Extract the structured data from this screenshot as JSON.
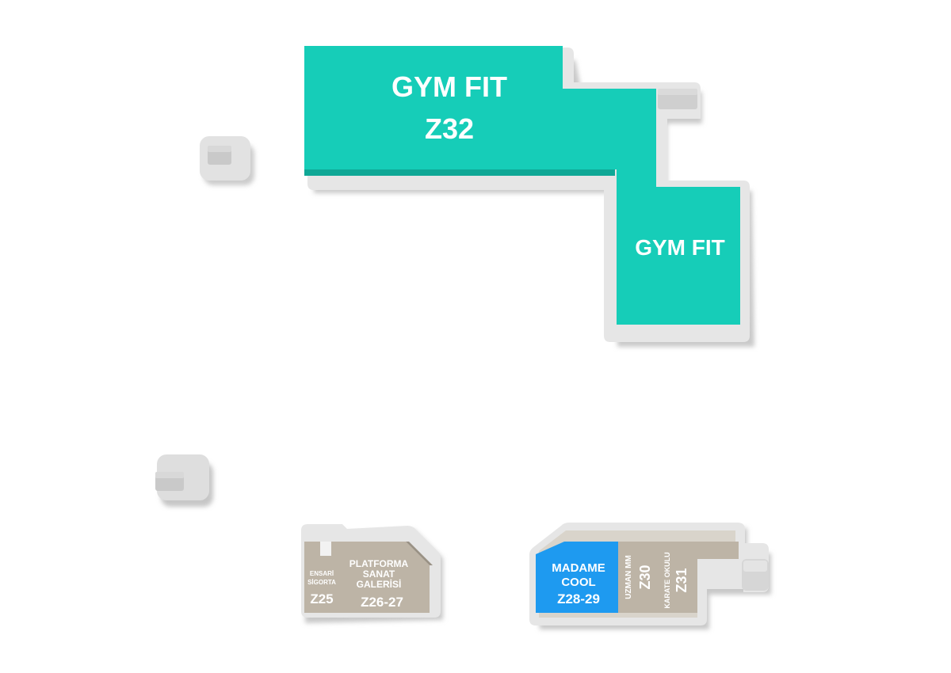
{
  "colors": {
    "background": "#ffffff",
    "base": "#e4e4e4",
    "base_shadow": "#b9b9b9",
    "gym_fit": "#16cdb8",
    "gym_fit_side": "#0fa896",
    "madame_cool": "#1e9af0",
    "madame_cool_side": "#1478c4",
    "neutral_store": "#bdb4a6",
    "neutral_store_side": "#9a9285",
    "pillar": "#d0d0d0"
  },
  "stores": {
    "gym_fit_main": {
      "line1": "GYM FIT",
      "line2": "Z32"
    },
    "gym_fit_annex": {
      "label": "GYM FIT"
    },
    "ensari_sigorta": {
      "line1": "ENSARİ",
      "line2": "SİGORTA",
      "code": "Z25"
    },
    "platforma": {
      "line1": "PLATFORMA",
      "line2": "SANAT",
      "line3": "GALERİSİ",
      "code": "Z26-27"
    },
    "madame_cool": {
      "line1": "MADAME",
      "line2": "COOL",
      "code": "Z28-29"
    },
    "uzman_mm": {
      "label": "UZMAN MM",
      "code": "Z30"
    },
    "karate_okulu": {
      "label": "KARATE OKULU",
      "code": "Z31"
    }
  },
  "icons": [
    "pillar-icon",
    "pillar-icon",
    "pillar-icon",
    "pillar-icon"
  ]
}
